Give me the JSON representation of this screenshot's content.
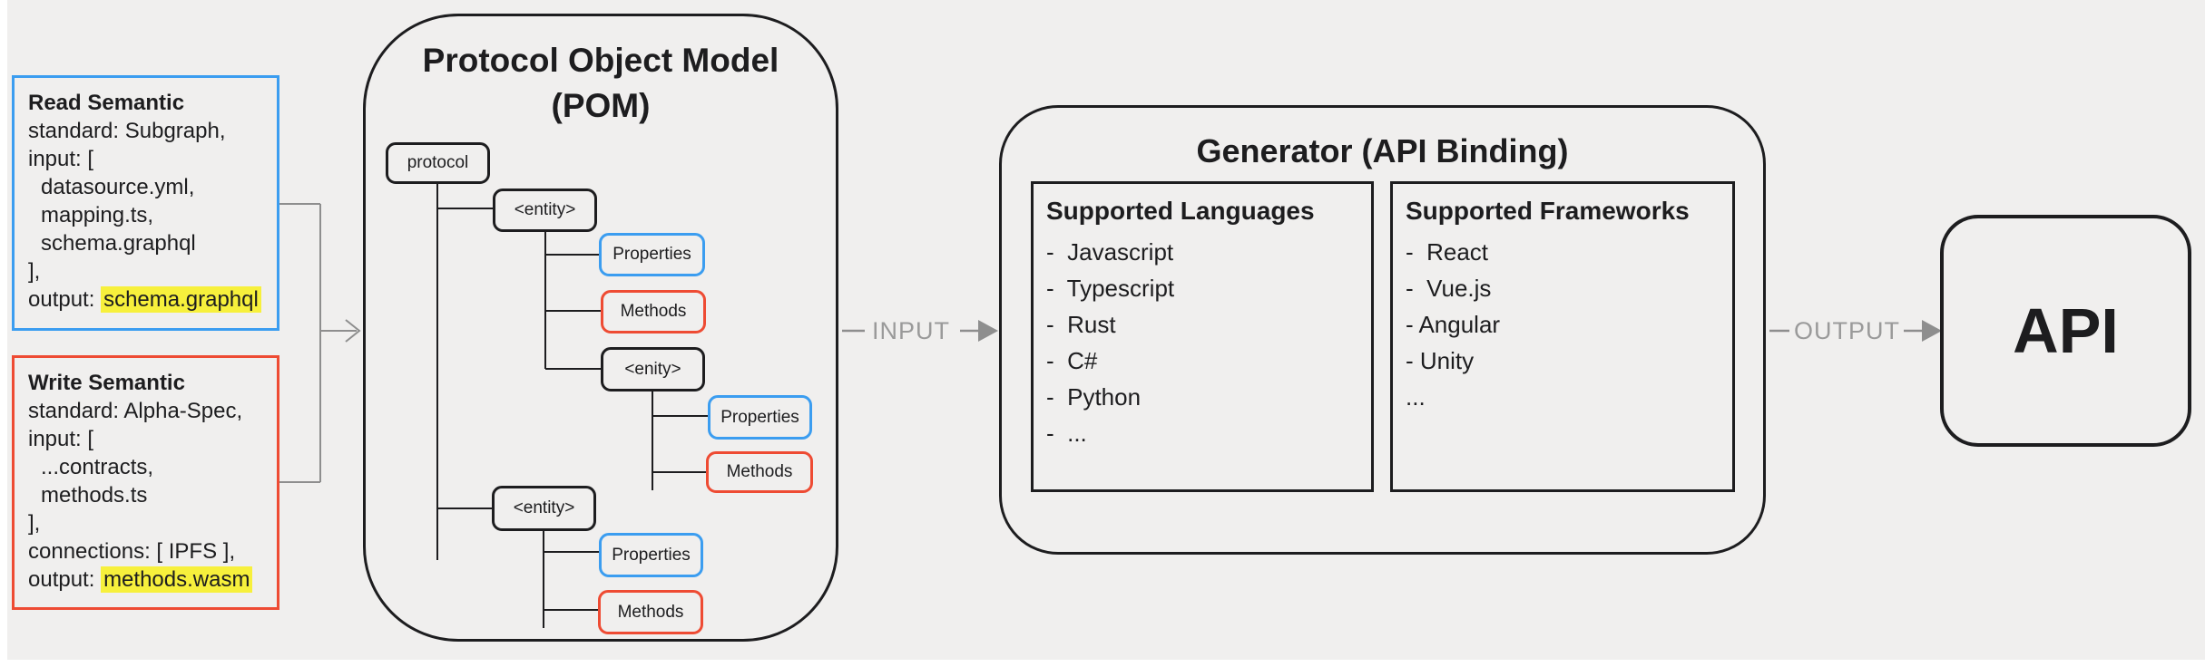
{
  "colors": {
    "canvas": "#f0efee",
    "accent_blue": "#3b9df0",
    "accent_red": "#ee4b33",
    "highlight_yellow": "#f7f03c",
    "wire_gray": "#8e8e8e",
    "label_gray": "#9a9a9a",
    "ink": "#1d1d1f"
  },
  "read_semantic": {
    "title": "Read Semantic",
    "lines": [
      "standard: Subgraph,",
      "input: [",
      "datasource.yml,",
      "mapping.ts,",
      "schema.graphql",
      "],"
    ],
    "output_prefix": "output: ",
    "output_value": "schema.graphql"
  },
  "write_semantic": {
    "title": "Write Semantic",
    "lines": [
      "standard: Alpha-Spec,",
      "input: [",
      "...contracts,",
      "methods.ts",
      "],",
      "connections: [ IPFS ],"
    ],
    "output_prefix": "output: ",
    "output_value": "methods.wasm"
  },
  "pom": {
    "title_line1": "Protocol Object Model",
    "title_line2": "(POM)",
    "nodes": {
      "protocol": "protocol",
      "entity1": "<entity>",
      "properties1": "Properties",
      "methods1": "Methods",
      "entity2": "<enity>",
      "properties2": "Properties",
      "methods2": "Methods",
      "entity3": "<entity>",
      "properties3": "Properties",
      "methods3": "Methods"
    }
  },
  "flow": {
    "input_label": "INPUT",
    "output_label": "OUTPUT"
  },
  "generator": {
    "title": "Generator (API Binding)",
    "languages": {
      "title": "Supported Languages",
      "items": [
        "-  Javascript",
        "-  Typescript",
        "-  Rust",
        "-  C#",
        "-  Python",
        "-  ..."
      ]
    },
    "frameworks": {
      "title": "Supported Frameworks",
      "items": [
        "-  React",
        "-  Vue.js",
        "- Angular",
        "- Unity",
        "..."
      ]
    }
  },
  "api": {
    "label": "API"
  }
}
